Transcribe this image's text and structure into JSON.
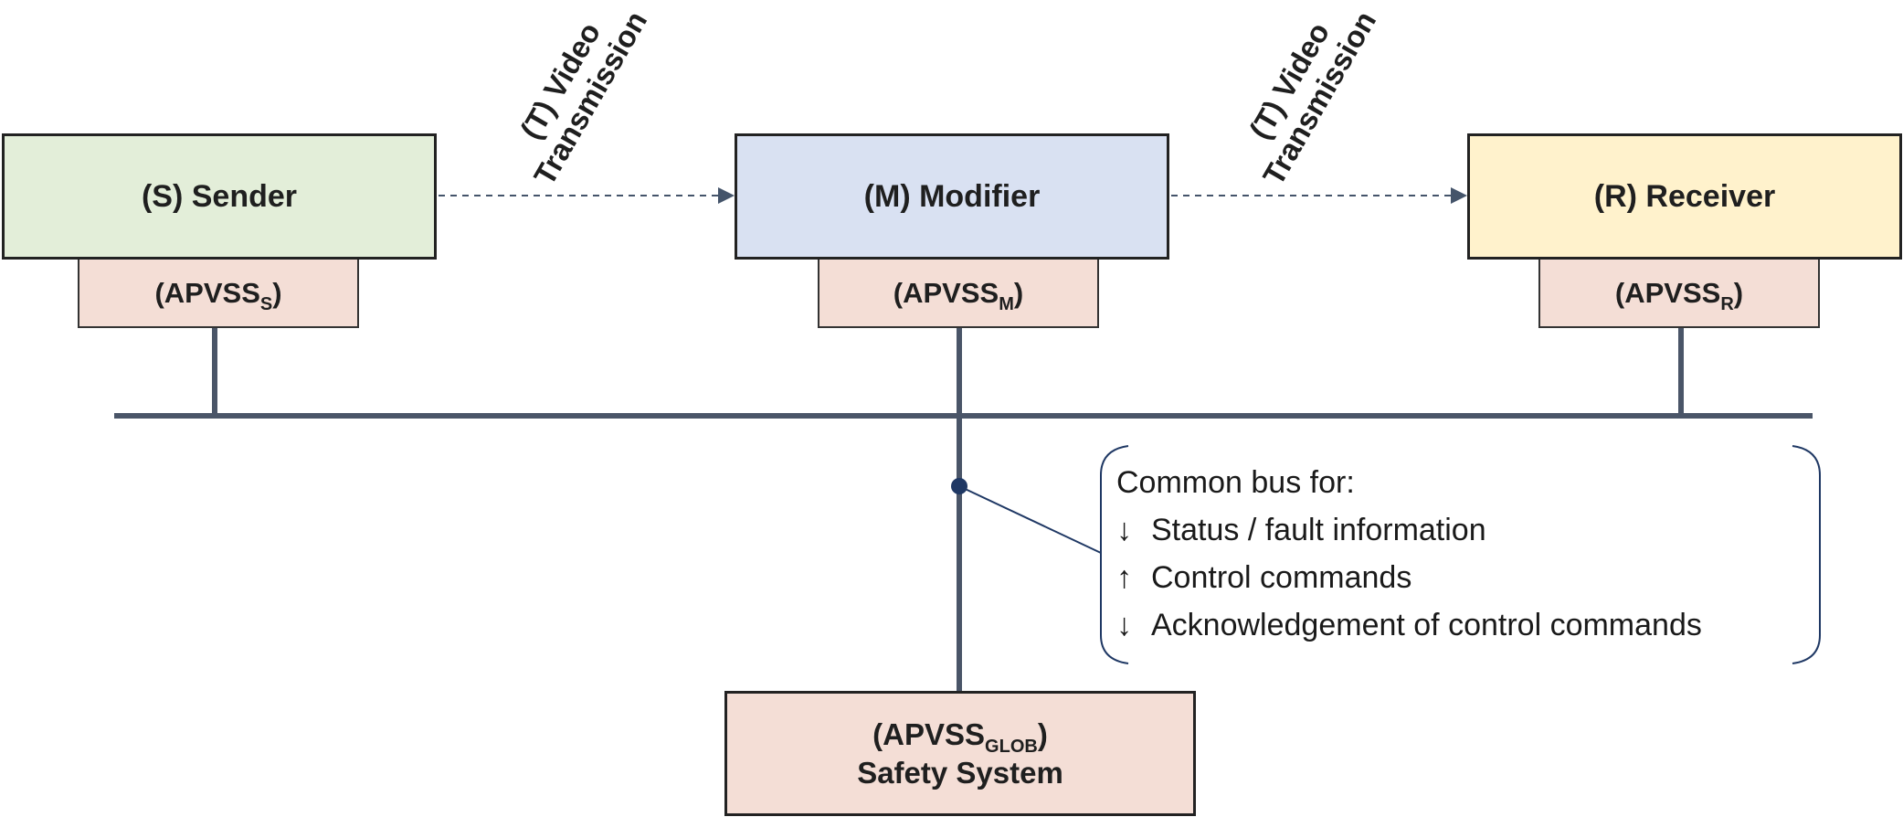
{
  "nodes": {
    "sender": {
      "label": "(S) Sender"
    },
    "modifier": {
      "label": "(M) Modifier"
    },
    "receiver": {
      "label": "(R) Receiver"
    }
  },
  "apvss": {
    "sender": {
      "prefix": "(APVSS",
      "sub": "S",
      "suffix": ")"
    },
    "modifier": {
      "prefix": "(APVSS",
      "sub": "M",
      "suffix": ")"
    },
    "receiver": {
      "prefix": "(APVSS",
      "sub": "R",
      "suffix": ")"
    },
    "global": {
      "prefix": "(APVSS",
      "sub": "GLOB",
      "suffix": ")",
      "title": "Safety System"
    }
  },
  "transmissions": [
    {
      "line1": "(T) Video",
      "line2": "Transmission"
    },
    {
      "line1": "(T) Video",
      "line2": "Transmission"
    }
  ],
  "bus_note": {
    "title": "Common bus for:",
    "items": [
      {
        "arrow": "↓",
        "text": "Status / fault information"
      },
      {
        "arrow": "↑",
        "text": "Control commands"
      },
      {
        "arrow": "↓",
        "text": "Acknowledgement of control commands"
      }
    ]
  },
  "colors": {
    "sender": "#e3eed9",
    "modifier": "#d9e1f2",
    "receiver": "#fff2cc",
    "apvss": "#f4ded6",
    "bus": "#4a5568",
    "dot": "#1f3864"
  }
}
